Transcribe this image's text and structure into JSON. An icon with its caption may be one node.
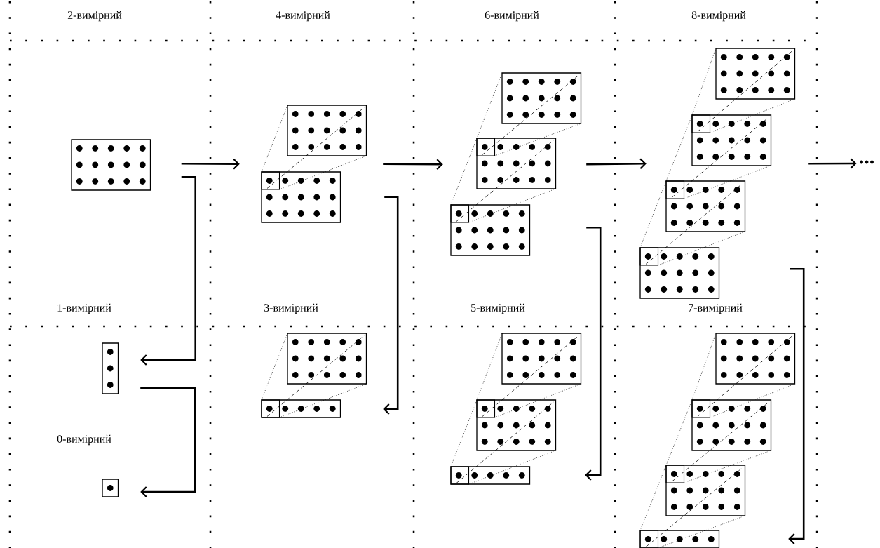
{
  "diagram": {
    "nodes": [
      {
        "text": [],
        "shape": "picture"
      },
      {
        "text": [],
        "shape": "picture"
      },
      {
        "text": [],
        "shape": "picture"
      },
      {
        "text": [],
        "shape": "picture"
      },
      {
        "text": [
          "..."
        ]
      },
      {
        "text": [],
        "shape": "picture"
      },
      {
        "text": [],
        "shape": "picture"
      },
      {
        "text": [],
        "shape": "picture"
      },
      {
        "text": [],
        "shape": "picture"
      },
      {
        "text": [],
        "shape": "picture"
      }
    ],
    "labels": [
      "2-вимірний",
      "4-вимірний",
      "6-вимірний",
      "8-вимірний",
      "1-вимірний",
      "3-вимірний",
      "5-вимірний",
      "7-вимірний",
      "0-вимірний"
    ],
    "edges": [
      {
        "from": 0,
        "to": 1,
        "arrow": "to"
      },
      {
        "from": 1,
        "to": 2,
        "arrow": "to"
      },
      {
        "from": 2,
        "to": 3,
        "arrow": "to"
      },
      {
        "from": 3,
        "to": 4,
        "arrow": "to"
      },
      {
        "from": 0,
        "to": 5,
        "arrow": "to"
      },
      {
        "from": 5,
        "to": 9,
        "arrow": "to"
      },
      {
        "from": 1,
        "to": 6,
        "arrow": "to"
      },
      {
        "from": 2,
        "to": 7,
        "arrow": "to"
      },
      {
        "from": 3,
        "to": 8,
        "arrow": "to"
      }
    ]
  }
}
